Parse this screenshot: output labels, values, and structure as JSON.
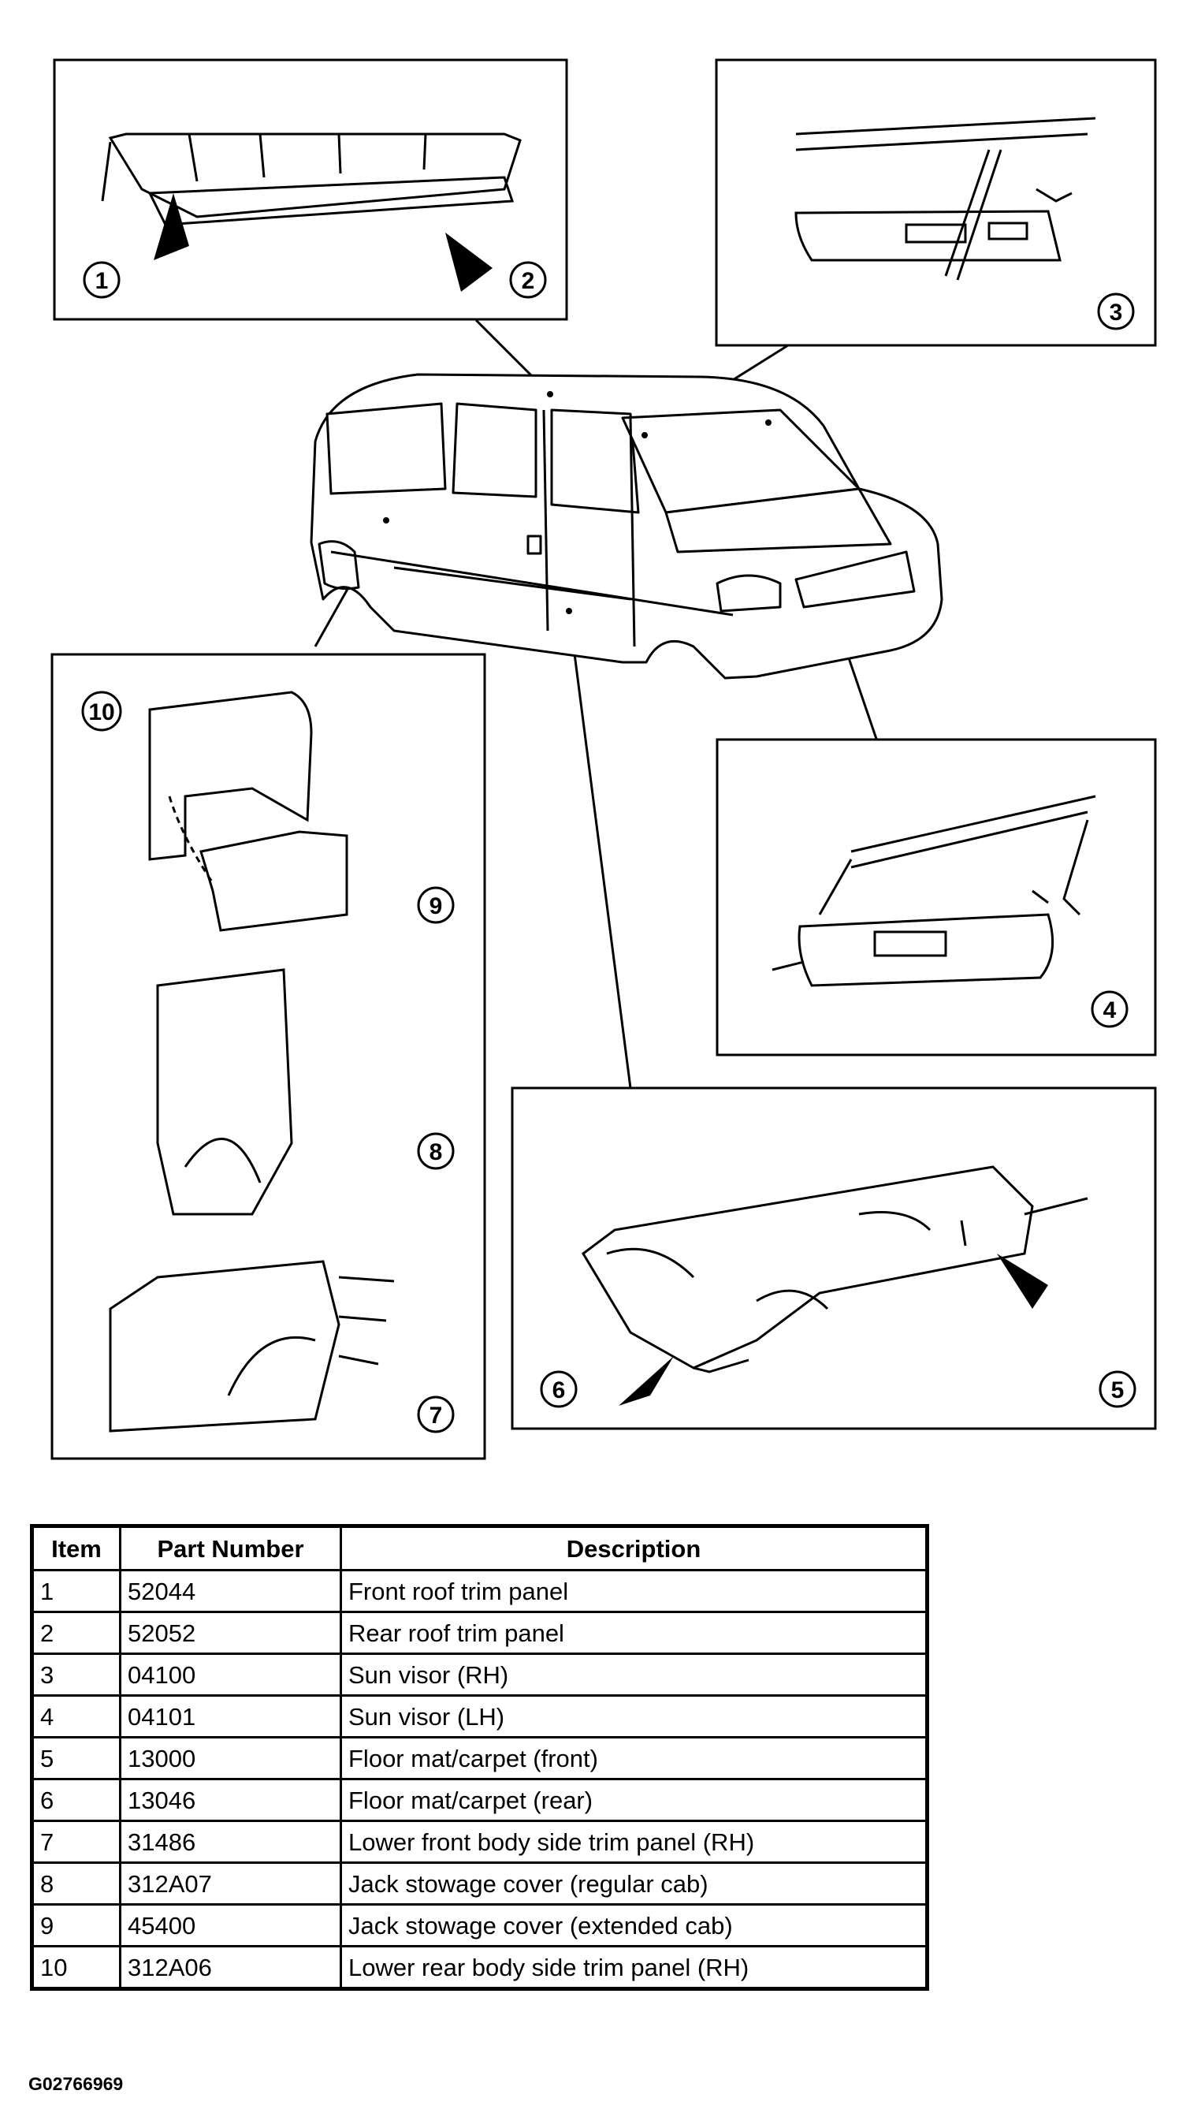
{
  "callouts": [
    "1",
    "2",
    "3",
    "4",
    "5",
    "6",
    "7",
    "8",
    "9",
    "10"
  ],
  "table": {
    "headers": [
      "Item",
      "Part Number",
      "Description"
    ],
    "rows": [
      [
        "1",
        "52044",
        "Front roof trim panel"
      ],
      [
        "2",
        "52052",
        "Rear roof trim panel"
      ],
      [
        "3",
        "04100",
        "Sun visor (RH)"
      ],
      [
        "4",
        "04101",
        "Sun visor (LH)"
      ],
      [
        "5",
        "13000",
        "Floor mat/carpet (front)"
      ],
      [
        "6",
        "13046",
        "Floor mat/carpet (rear)"
      ],
      [
        "7",
        "31486",
        "Lower front body side trim panel (RH)"
      ],
      [
        "8",
        "312A07",
        "Jack stowage cover (regular cab)"
      ],
      [
        "9",
        "45400",
        "Jack stowage cover (extended cab)"
      ],
      [
        "10",
        "312A06",
        "Lower rear body side trim panel (RH)"
      ]
    ]
  },
  "figure_id": "G02766969"
}
